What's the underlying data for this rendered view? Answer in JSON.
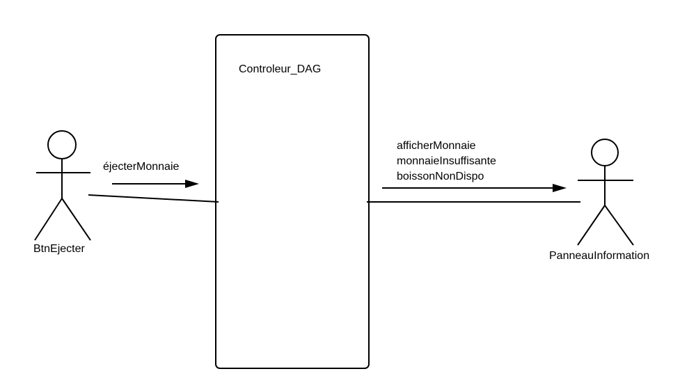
{
  "system": {
    "name": "Controleur_DAG"
  },
  "actors": {
    "left": {
      "name": "BtnEjecter"
    },
    "right": {
      "name": "PanneauInformation"
    }
  },
  "messages": {
    "incoming": {
      "lines": [
        "éjecterMonnaie"
      ]
    },
    "outgoing": {
      "lines": [
        "afficherMonnaie",
        "monnaieInsuffisante",
        "boissonNonDispo"
      ]
    }
  },
  "colors": {
    "stroke": "#000000",
    "background": "#ffffff"
  }
}
